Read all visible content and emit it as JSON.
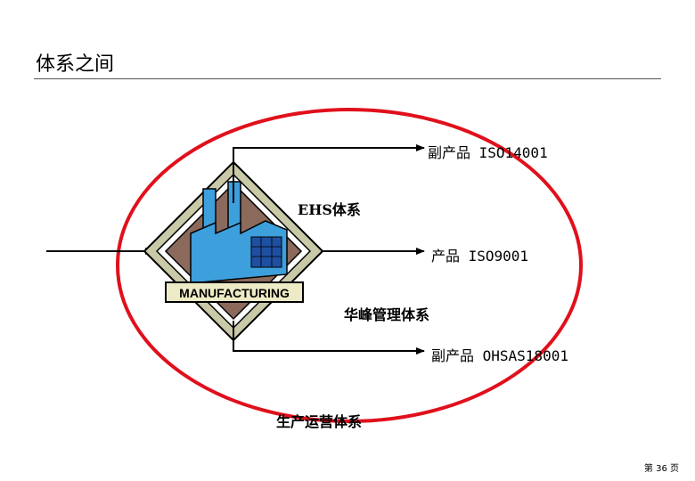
{
  "page": {
    "title": "体系之间",
    "footer": "第 36 页"
  },
  "diagram": {
    "outputs": [
      {
        "label": "副产品 ISO14001"
      },
      {
        "label": "产品 ISO9001"
      },
      {
        "label": "副产品 OHSAS18001"
      }
    ],
    "factory_sign": "MANUFACTURING",
    "systems": {
      "ehs": "EHS体系",
      "management": "华峰管理体系",
      "operations": "生产运营体系"
    },
    "colors": {
      "ellipse": "#e0101c",
      "diamond_fill": "#8b6a5c",
      "factory": "#3d9fdc"
    }
  }
}
